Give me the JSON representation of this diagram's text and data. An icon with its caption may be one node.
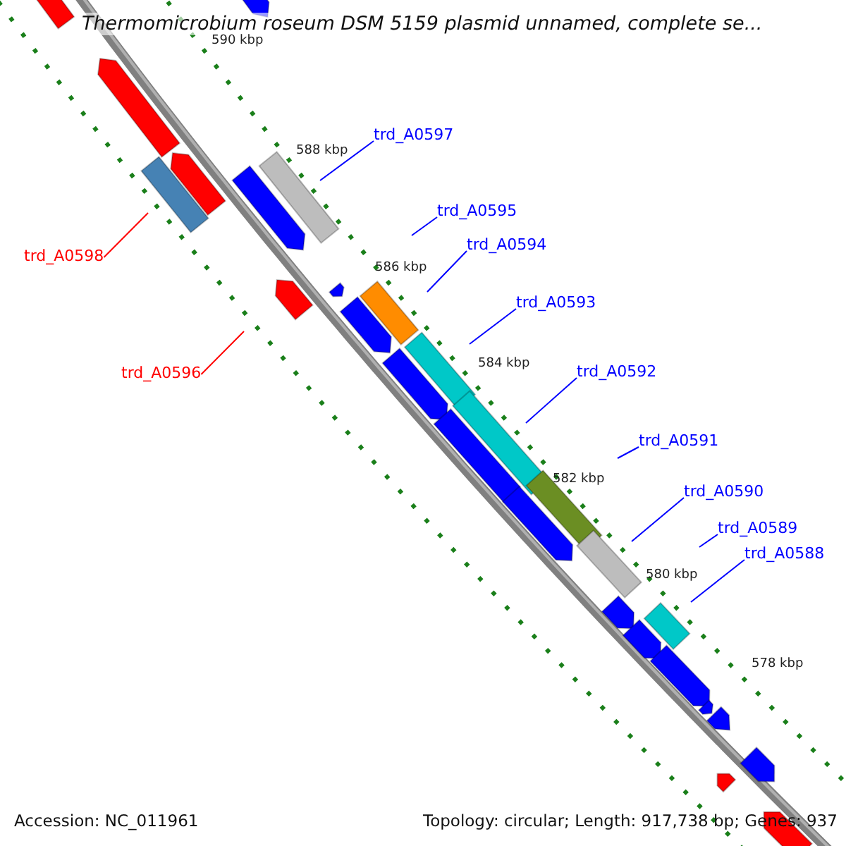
{
  "diagram": {
    "title": "Thermomicrobium roseum DSM 5159 plasmid unnamed, complete se...",
    "nodes": [
      {
        "text": [
          "trd_A0597"
        ]
      },
      {
        "text": [
          "trd_A0595"
        ]
      },
      {
        "text": [
          "trd_A0594"
        ]
      },
      {
        "text": [
          "trd_A0598"
        ]
      },
      {
        "text": [
          "trd_A0593"
        ]
      },
      {
        "text": [
          "trd_A0596"
        ]
      },
      {
        "text": [
          "trd_A0592"
        ]
      },
      {
        "text": [
          "trd_A0591"
        ]
      },
      {
        "text": [
          "trd_A0590"
        ]
      },
      {
        "text": [
          "trd_A0589"
        ]
      },
      {
        "text": [
          "trd_A0588"
        ]
      }
    ],
    "edges": [
      {
        "from": 0,
        "to": null,
        "arrow": "none"
      },
      {
        "from": 1,
        "to": null,
        "arrow": "none"
      },
      {
        "from": 2,
        "to": null,
        "arrow": "none"
      },
      {
        "from": 3,
        "to": null,
        "arrow": "none",
        "color": "#ff0000"
      },
      {
        "from": 4,
        "to": null,
        "arrow": "none"
      },
      {
        "from": 5,
        "to": null,
        "arrow": "none",
        "color": "#ff0000"
      },
      {
        "from": 6,
        "to": null,
        "arrow": "none"
      },
      {
        "from": 7,
        "to": null,
        "arrow": "none"
      },
      {
        "from": 8,
        "to": null,
        "arrow": "none"
      },
      {
        "from": 9,
        "to": null,
        "arrow": "none"
      },
      {
        "from": 10,
        "to": null,
        "arrow": "none"
      }
    ],
    "labels": [
      "590 kbp",
      "588 kbp",
      "586 kbp",
      "584 kbp",
      "582 kbp",
      "580 kbp",
      "578 kbp",
      "Accession: NC_011961",
      "Topology: circular; Length: 917,738 bp; Genes: 937"
    ]
  }
}
